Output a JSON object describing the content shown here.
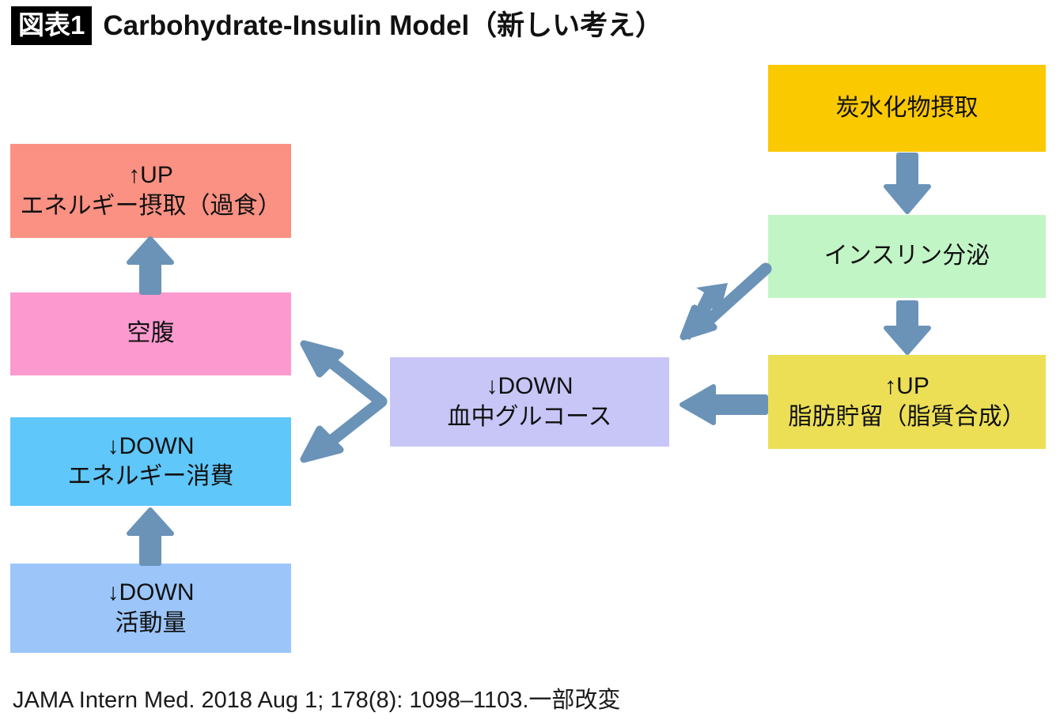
{
  "header": {
    "badge": "図表1",
    "title": "Carbohydrate-Insulin Model（新しい考え）"
  },
  "footer": {
    "citation": "JAMA Intern Med. 2018 Aug 1; 178(8): 1098–1103.一部改変"
  },
  "colors": {
    "arrow": "#6b93b8",
    "overeating": "#fa9183",
    "hunger": "#fc9ad0",
    "energy_expenditure": "#5fc7fa",
    "activity": "#9cc6fa",
    "blood_glucose": "#c7c6f7",
    "carb_intake": "#fbc900",
    "insulin": "#c2f5c6",
    "fat_storage": "#ecdf56",
    "badge_bg": "#000000",
    "text": "#111111"
  },
  "nodes": {
    "overeating": {
      "line1": "↑UP",
      "line2": "エネルギー摂取（過食）"
    },
    "hunger": {
      "line1": "空腹",
      "line2": ""
    },
    "energy_expenditure": {
      "line1": "↓DOWN",
      "line2": "エネルギー消費"
    },
    "activity": {
      "line1": "↓DOWN",
      "line2": "活動量"
    },
    "blood_glucose": {
      "line1": "↓DOWN",
      "line2": "血中グルコース"
    },
    "carb_intake": {
      "line1": "炭水化物摂取",
      "line2": ""
    },
    "insulin": {
      "line1": "インスリン分泌",
      "line2": ""
    },
    "fat_storage": {
      "line1": "↑UP",
      "line2": "脂肪貯留（脂質合成）"
    }
  },
  "edges": [
    {
      "name": "hunger-to-overeating",
      "from": "hunger",
      "to": "overeating",
      "direction": "up"
    },
    {
      "name": "activity-to-energy-expenditure",
      "from": "activity",
      "to": "energy_expenditure",
      "direction": "up"
    },
    {
      "name": "carb-intake-to-insulin",
      "from": "carb_intake",
      "to": "insulin",
      "direction": "down"
    },
    {
      "name": "insulin-to-fat-storage",
      "from": "insulin",
      "to": "fat_storage",
      "direction": "down"
    },
    {
      "name": "insulin-to-blood-glucose",
      "from": "insulin",
      "to": "blood_glucose",
      "direction": "down-left"
    },
    {
      "name": "fat-storage-to-blood-glucose",
      "from": "fat_storage",
      "to": "blood_glucose",
      "direction": "left"
    },
    {
      "name": "blood-glucose-to-hunger-and-expenditure",
      "from": "blood_glucose",
      "to": "hunger, energy_expenditure",
      "direction": "branch-left"
    }
  ]
}
